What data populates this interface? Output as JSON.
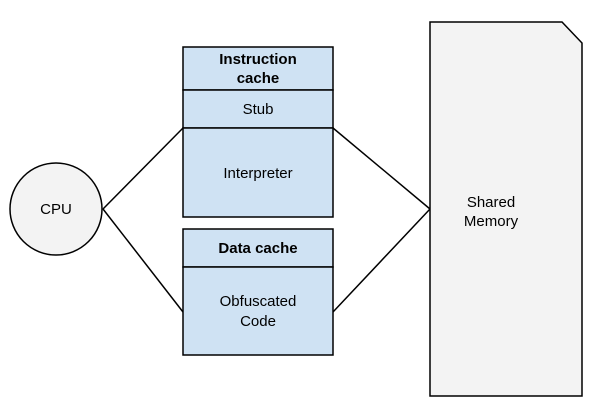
{
  "diagram": {
    "cpu": {
      "label": "CPU"
    },
    "instruction_cache": {
      "title_line1": "Instruction",
      "title_line2": "cache",
      "stub_label": "Stub",
      "interpreter_label": "Interpreter"
    },
    "data_cache": {
      "title": "Data cache",
      "content_line1": "Obfuscated",
      "content_line2": "Code"
    },
    "shared_memory": {
      "label_line1": "Shared",
      "label_line2": "Memory"
    }
  },
  "colors": {
    "cache_fill": "#cfe2f3",
    "cpu_fill": "#f3f3f3",
    "memory_fill": "#f3f3f3",
    "stroke": "#000000"
  }
}
